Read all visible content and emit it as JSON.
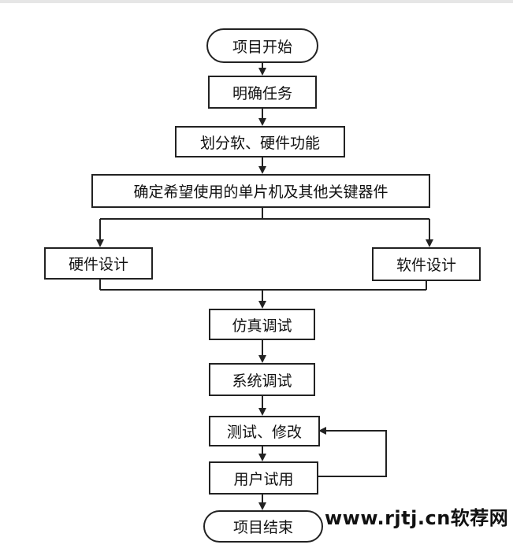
{
  "flowchart": {
    "start": "项目开始",
    "define_task": "明确任务",
    "divide_functions": "划分软、硬件功能",
    "select_components": "确定希望使用的单片机及其他关键器件",
    "hardware_design": "硬件设计",
    "software_design": "软件设计",
    "simulation_debug": "仿真调试",
    "system_debug": "系统调试",
    "test_modify": "测试、修改",
    "user_trial": "用户试用",
    "end": "项目结束"
  },
  "watermark": {
    "text": "www.rjtj.cn软荐网"
  },
  "colors": {
    "line": "#222222",
    "background": "#ffffff"
  }
}
